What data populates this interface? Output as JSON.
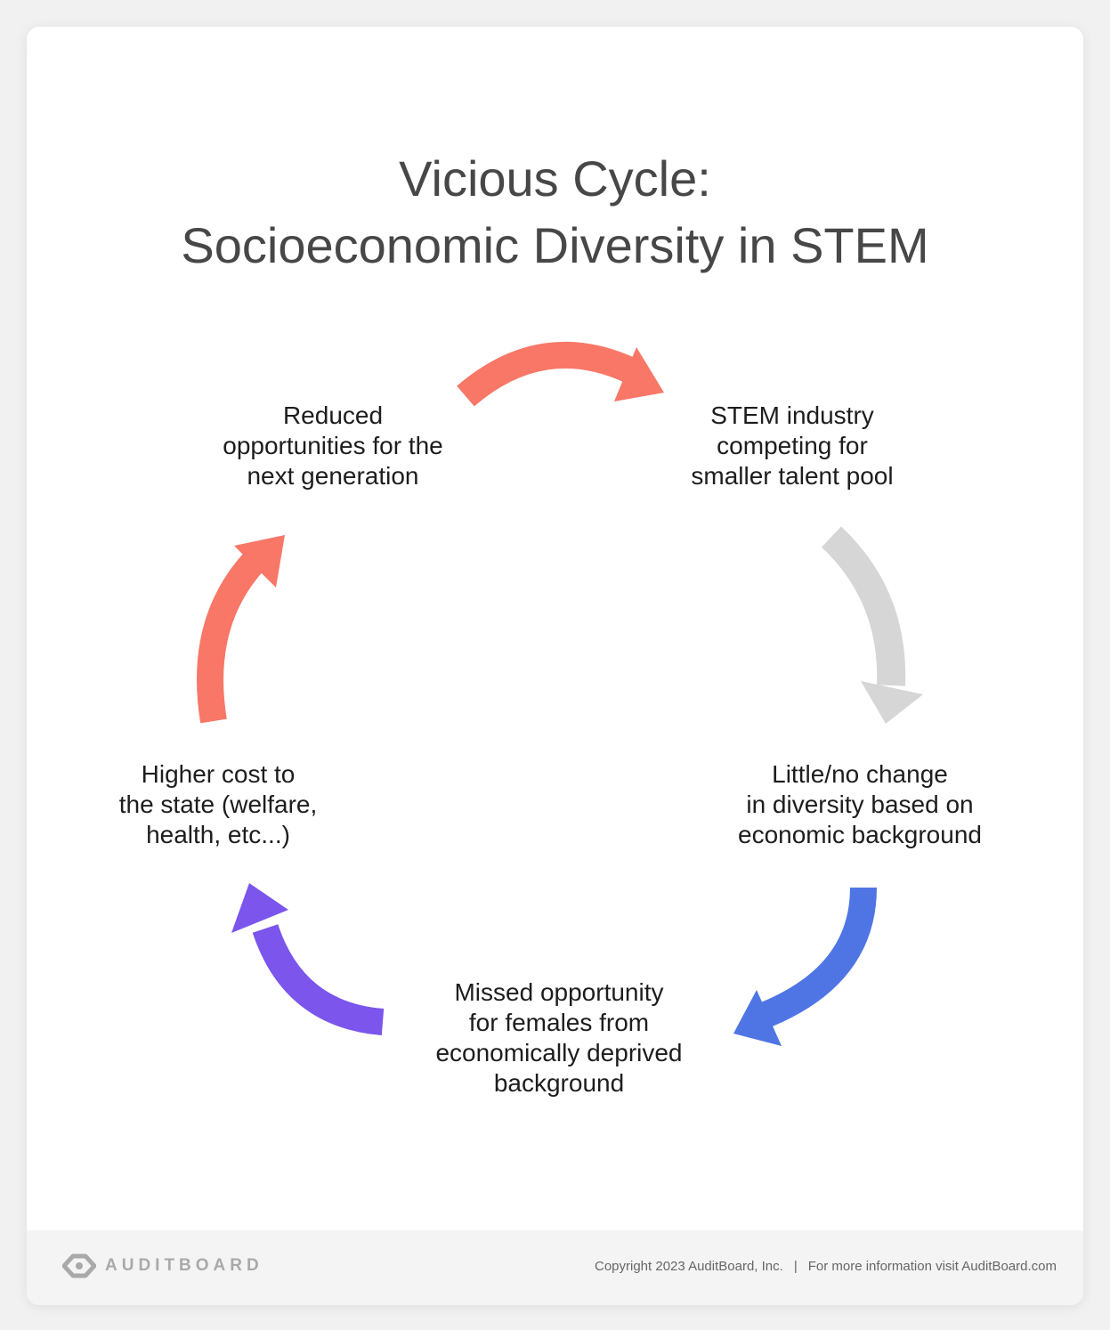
{
  "title": {
    "line1": "Vicious Cycle:",
    "line2": "Socioeconomic Diversity in STEM"
  },
  "nodes": [
    {
      "id": "reduced-opportunities",
      "text": "Reduced\nopportunities for the\nnext generation"
    },
    {
      "id": "stem-industry",
      "text": "STEM industry\ncompeting for\nsmaller talent pool"
    },
    {
      "id": "little-change",
      "text": "Little/no change\nin diversity based on\neconomic background"
    },
    {
      "id": "missed-opportunity",
      "text": "Missed opportunity\nfor females from\neconomically deprived\nbackground"
    },
    {
      "id": "higher-cost",
      "text": "Higher cost to\nthe state (welfare,\nhealth, etc...)"
    }
  ],
  "arrow_colors": {
    "reduced_to_stem": "#f87767",
    "stem_to_little": "#d6d6d6",
    "little_to_missed": "#4f75e4",
    "missed_to_higher": "#7b55ec",
    "higher_to_reduced": "#f87767"
  },
  "footer": {
    "logo_text": "AUDITBOARD",
    "copyright": "Copyright 2023 AuditBoard, Inc.",
    "separator": "|",
    "more_info": "For more information visit AuditBoard.com"
  }
}
